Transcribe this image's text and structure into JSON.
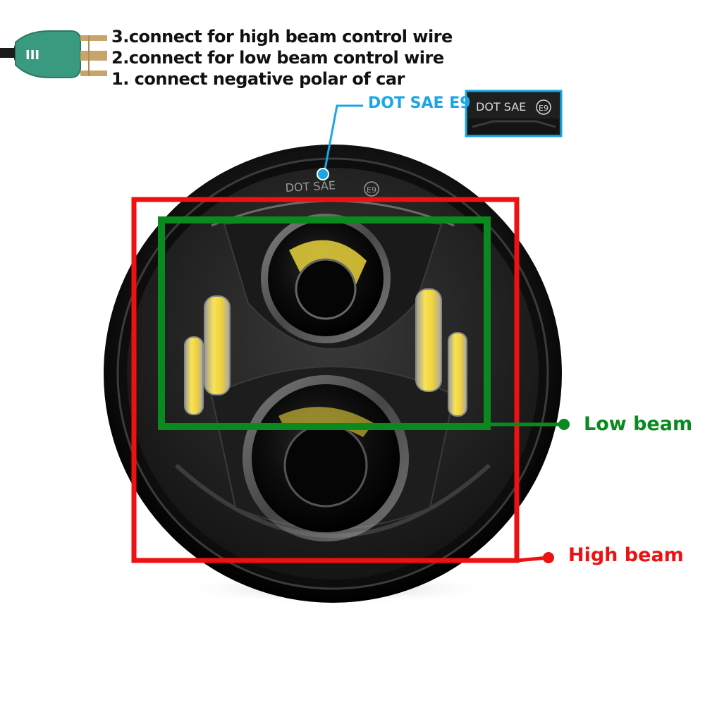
{
  "connector": {
    "pin_marking": "III",
    "wires": [
      {
        "label": "3.connect for high beam control wire"
      },
      {
        "label": "2.connect for low beam control wire"
      },
      {
        "label": "1. connect negative polar of car"
      }
    ]
  },
  "certification": {
    "callout_label": "DOT SAE E9",
    "badge_text": "DOT SAE",
    "badge_mark": "E9",
    "ring_text": "DOT SAE",
    "ring_mark": "E9"
  },
  "beams": {
    "low_label": "Low beam",
    "high_label": "High beam"
  },
  "colors": {
    "low_beam": "#0a8a1e",
    "high_beam": "#ee1111",
    "callout": "#1aa6e6",
    "connector": "#3a9a7f",
    "pins": "#c8a46a",
    "led_amber": "#f2d23a"
  }
}
